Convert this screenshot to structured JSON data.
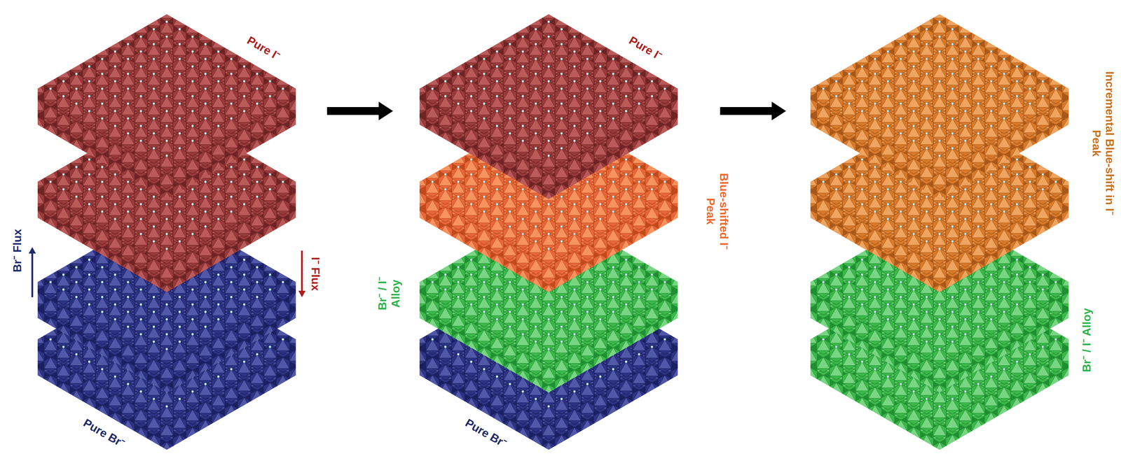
{
  "diagram": {
    "labels": [
      "Pure I⁻",
      "Br⁻ Flux",
      "I⁻ Flux",
      "Pure Br⁻",
      "Pure I⁻",
      "Blue-shifted I⁻ Peak",
      "Br⁻ / I⁻ Alloy",
      "Pure Br⁻",
      "Incremental Blue-shift in I⁻ Peak",
      "Br⁻ / I⁻ Alloy"
    ]
  }
}
